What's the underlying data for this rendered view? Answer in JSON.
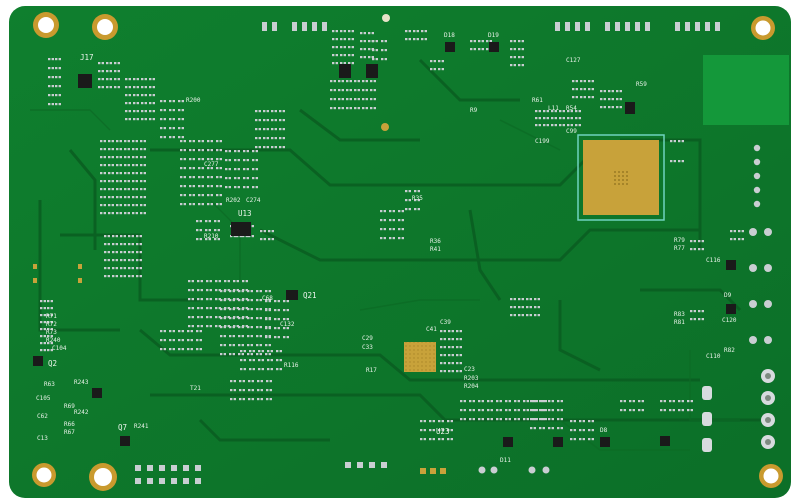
{
  "board": {
    "colors": {
      "substrate": "#0f7a2c",
      "substrate_dark": "#0b5f22",
      "copper_plane": "#15923a",
      "trace": "#0c6a26",
      "silkscreen": "#e8f2e8",
      "pad": "#c9ced2",
      "gold": "#c8a23a",
      "mounting_ring": "#c99a2e",
      "background": "#ffffff"
    },
    "labels": {
      "J17": "J17",
      "U13": "U13",
      "U23": "U23",
      "Q2": "Q2",
      "Q7": "Q7",
      "Q21": "Q21",
      "D18": "D18",
      "D19": "D19",
      "D8": "D8",
      "D9": "D9",
      "D11": "D11",
      "T21": "T21",
      "R71": "R71",
      "R72": "R72",
      "R73": "R73",
      "R240": "R240",
      "R241": "R241",
      "R242": "R242",
      "R243": "R243",
      "R36": "R36",
      "R41": "R41",
      "R17": "R17",
      "R204": "R204",
      "R203": "R203",
      "R116": "R116",
      "R63": "R63",
      "R66": "R66",
      "R67": "R67",
      "R69": "R69",
      "R59": "R59",
      "R79": "R79",
      "R77": "R77",
      "R83": "R83",
      "R81": "R81",
      "R82": "R82",
      "C127": "C127",
      "C105": "C105",
      "C62": "C62",
      "C13": "C13",
      "C39": "C39",
      "C41": "C41",
      "C29": "C29",
      "C33": "C33",
      "C23": "C23",
      "C104": "C104",
      "C132": "C132",
      "C68": "C68",
      "C120": "C120",
      "C110": "C110",
      "C116": "C116",
      "C99": "C99",
      "C199": "C199",
      "C274": "C274",
      "C277": "C277",
      "R200": "R200",
      "R202": "R202",
      "R210": "R210",
      "R61": "R61",
      "L11": "L11",
      "R54": "R54",
      "R35": "R35",
      "R9": "R9"
    }
  }
}
